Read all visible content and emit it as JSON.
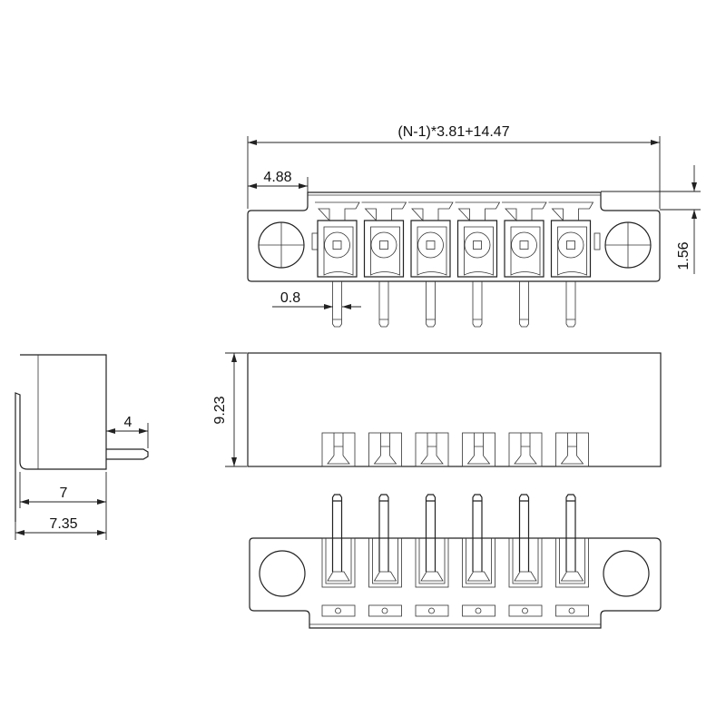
{
  "drawing": {
    "pin_count": 6,
    "dimensions": {
      "overall_length": "(N-1)*3.81+14.47",
      "flange_offset": "4.88",
      "top_step": "1.56",
      "pin_width": "0.8",
      "height": "9.23",
      "pin_protrusion": "4",
      "depth_body": "7",
      "depth_total": "7.35"
    },
    "colors": {
      "line": "#222222",
      "background": "#ffffff"
    }
  }
}
